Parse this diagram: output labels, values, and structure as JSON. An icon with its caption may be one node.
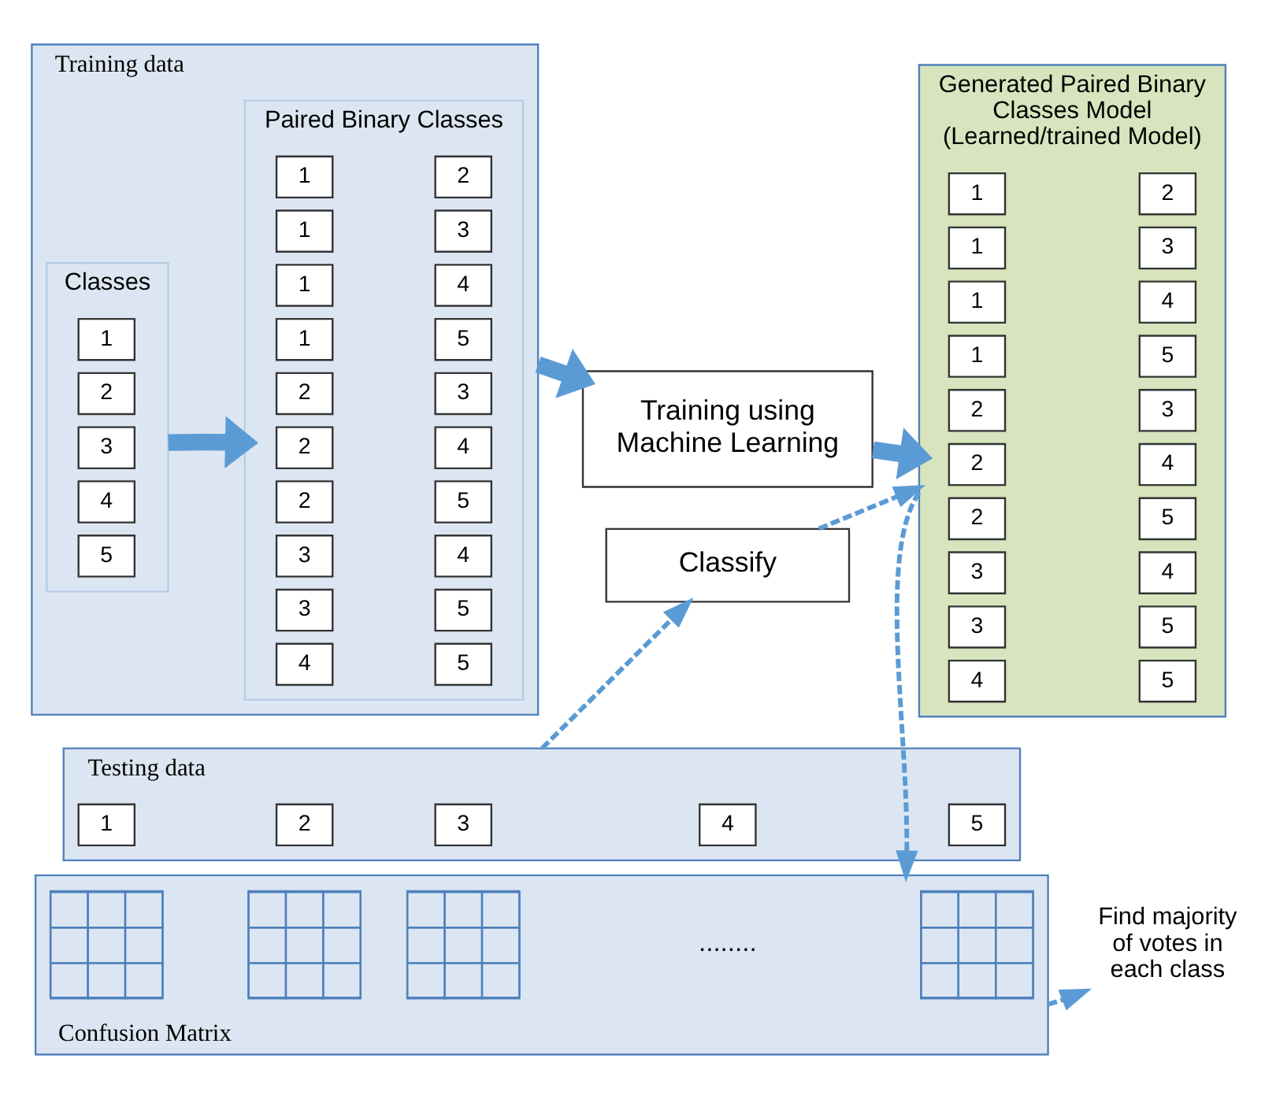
{
  "diagram": {
    "nodes": [
      {
        "text": [
          "Training data"
        ]
      },
      {
        "text": [
          "Classes"
        ],
        "in": 0
      },
      {
        "text": [
          "1"
        ],
        "in": 1
      },
      {
        "text": [
          "2"
        ],
        "in": 1
      },
      {
        "text": [
          "3"
        ],
        "in": 1
      },
      {
        "text": [
          "4"
        ],
        "in": 1
      },
      {
        "text": [
          "5"
        ],
        "in": 1
      },
      {
        "text": [
          "Paired Binary Classes"
        ],
        "in": 0
      },
      {
        "text": [
          "1"
        ],
        "in": 7
      },
      {
        "text": [
          "2"
        ],
        "in": 7
      },
      {
        "text": [
          "1"
        ],
        "in": 7
      },
      {
        "text": [
          "3"
        ],
        "in": 7
      },
      {
        "text": [
          "1"
        ],
        "in": 7
      },
      {
        "text": [
          "4"
        ],
        "in": 7
      },
      {
        "text": [
          "1"
        ],
        "in": 7
      },
      {
        "text": [
          "5"
        ],
        "in": 7
      },
      {
        "text": [
          "2"
        ],
        "in": 7
      },
      {
        "text": [
          "3"
        ],
        "in": 7
      },
      {
        "text": [
          "2"
        ],
        "in": 7
      },
      {
        "text": [
          "4"
        ],
        "in": 7
      },
      {
        "text": [
          "2"
        ],
        "in": 7
      },
      {
        "text": [
          "5"
        ],
        "in": 7
      },
      {
        "text": [
          "3"
        ],
        "in": 7
      },
      {
        "text": [
          "4"
        ],
        "in": 7
      },
      {
        "text": [
          "3"
        ],
        "in": 7
      },
      {
        "text": [
          "5"
        ],
        "in": 7
      },
      {
        "text": [
          "4"
        ],
        "in": 7
      },
      {
        "text": [
          "5"
        ],
        "in": 7
      },
      {
        "text": [
          "Training using Machine Learning"
        ]
      },
      {
        "text": [
          "Classify"
        ]
      },
      {
        "text": [
          "Generated Paired Binary Classes Model (Learned/trained Model)"
        ]
      },
      {
        "text": [
          "1"
        ],
        "in": 30
      },
      {
        "text": [
          "2"
        ],
        "in": 30
      },
      {
        "text": [
          "1"
        ],
        "in": 30
      },
      {
        "text": [
          "3"
        ],
        "in": 30
      },
      {
        "text": [
          "1"
        ],
        "in": 30
      },
      {
        "text": [
          "4"
        ],
        "in": 30
      },
      {
        "text": [
          "1"
        ],
        "in": 30
      },
      {
        "text": [
          "5"
        ],
        "in": 30
      },
      {
        "text": [
          "2"
        ],
        "in": 30
      },
      {
        "text": [
          "3"
        ],
        "in": 30
      },
      {
        "text": [
          "2"
        ],
        "in": 30
      },
      {
        "text": [
          "4"
        ],
        "in": 30
      },
      {
        "text": [
          "2"
        ],
        "in": 30
      },
      {
        "text": [
          "5"
        ],
        "in": 30
      },
      {
        "text": [
          "3"
        ],
        "in": 30
      },
      {
        "text": [
          "4"
        ],
        "in": 30
      },
      {
        "text": [
          "3"
        ],
        "in": 30
      },
      {
        "text": [
          "5"
        ],
        "in": 30
      },
      {
        "text": [
          "4"
        ],
        "in": 30
      },
      {
        "text": [
          "5"
        ],
        "in": 30
      },
      {
        "text": [
          "Testing data"
        ]
      },
      {
        "text": [
          "1"
        ],
        "in": 51
      },
      {
        "text": [
          "2"
        ],
        "in": 51
      },
      {
        "text": [
          "3"
        ],
        "in": 51
      },
      {
        "text": [
          "4"
        ],
        "in": 51
      },
      {
        "text": [
          "5"
        ],
        "in": 51
      },
      {
        "text": [
          "Confusion Matrix"
        ]
      },
      {
        "text": [],
        "shape": "box",
        "in": 57
      },
      {
        "text": [],
        "shape": "box",
        "in": 57
      },
      {
        "text": [],
        "shape": "box",
        "in": 57
      },
      {
        "text": [],
        "shape": "box",
        "in": 57
      },
      {
        "text": [
          "Find majority of votes in each class"
        ]
      }
    ],
    "edges": [
      {
        "from": 1,
        "to": 7,
        "arrow": "to",
        "style": "thick"
      },
      {
        "from": 0,
        "to": 28,
        "arrow": "to",
        "style": "thick"
      },
      {
        "from": 28,
        "to": 30,
        "arrow": "to",
        "style": "thick"
      },
      {
        "from": 29,
        "to": 30,
        "arrow": "to",
        "style": "dashed"
      },
      {
        "from": 51,
        "to": 29,
        "arrow": "to",
        "style": "dashed"
      },
      {
        "from": 30,
        "to": 57,
        "arrow": "to",
        "style": "dashed"
      },
      {
        "from": 57,
        "to": 62,
        "arrow": "to",
        "style": "dashed"
      }
    ],
    "labels": [
      "........"
    ]
  }
}
